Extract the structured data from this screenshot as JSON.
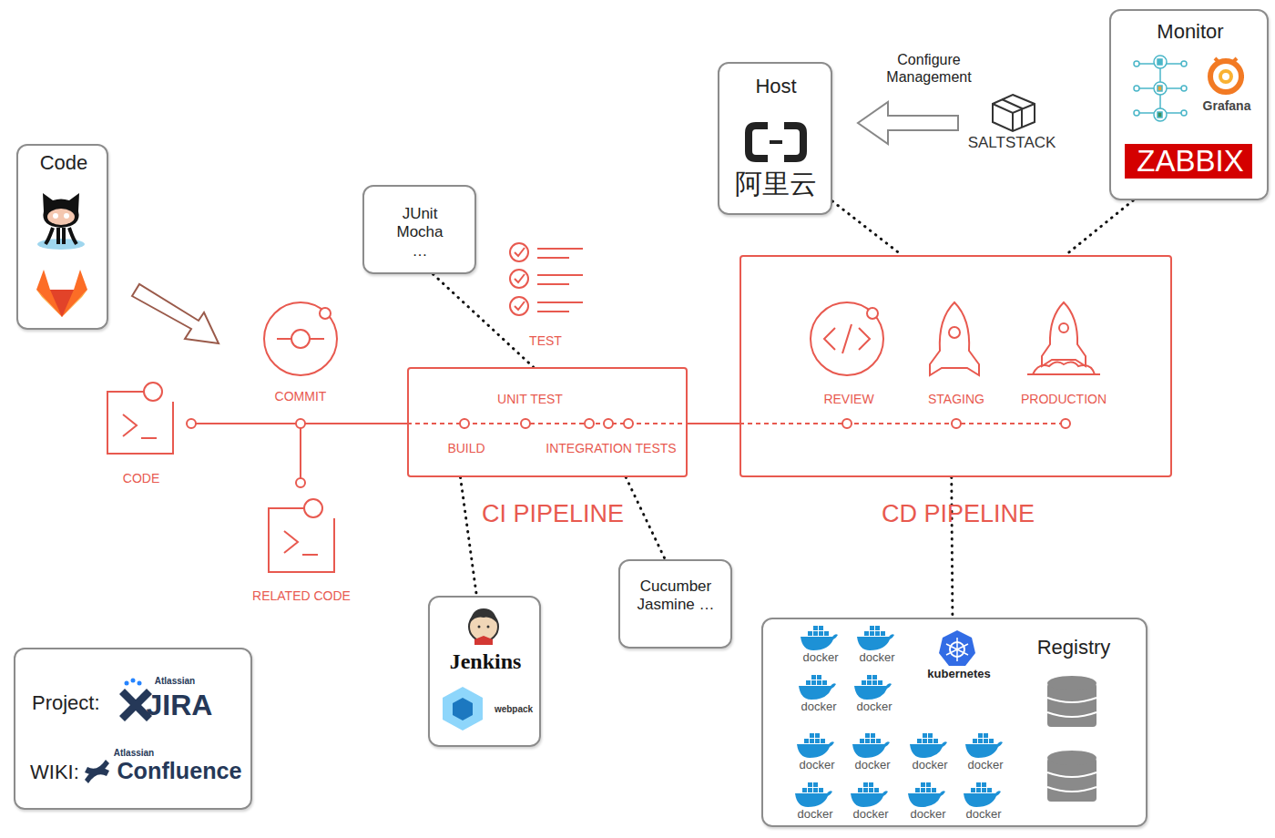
{
  "diagram": {
    "nodes": [
      {
        "text": [
          "Code"
        ]
      },
      {
        "text": [
          "Host",
          "阿里云"
        ]
      },
      {
        "text": [
          "Monitor",
          "Grafana",
          "ZABBIX"
        ]
      },
      {
        "text": [
          "JUnit Mocha …"
        ]
      },
      {
        "text": [
          "UNIT TEST",
          "BUILD",
          "INTEGRATION TESTS",
          "CI PIPELINE"
        ]
      },
      {
        "text": [
          "REVIEW",
          "STAGING",
          "PRODUCTION",
          "CD PIPELINE"
        ]
      },
      {
        "text": [
          "Jenkins",
          "webpack"
        ]
      },
      {
        "text": [
          "Cucumber Jasmine …"
        ]
      },
      {
        "text": [
          "Registry",
          "kubernetes",
          "docker",
          "docker",
          "docker",
          "docker",
          "docker",
          "docker",
          "docker",
          "docker",
          "docker",
          "docker",
          "docker",
          "docker"
        ]
      },
      {
        "text": [
          "Project:",
          "Atlassian",
          "JIRA",
          "WIKI:",
          "Atlassian",
          "Confluence"
        ]
      }
    ],
    "edges": [
      {
        "from": 3,
        "to": 4,
        "arrow": "none"
      },
      {
        "from": 1,
        "to": 5,
        "arrow": "none"
      },
      {
        "from": 2,
        "to": 5,
        "arrow": "none"
      },
      {
        "from": 4,
        "to": 6,
        "arrow": "none"
      },
      {
        "from": 4,
        "to": 7,
        "arrow": "none"
      },
      {
        "from": 5,
        "to": 8,
        "arrow": "none"
      }
    ],
    "labels": [
      "Configure Management",
      "SALTSTACK",
      "TEST",
      "COMMIT",
      "CODE",
      "RELATED CODE"
    ]
  }
}
